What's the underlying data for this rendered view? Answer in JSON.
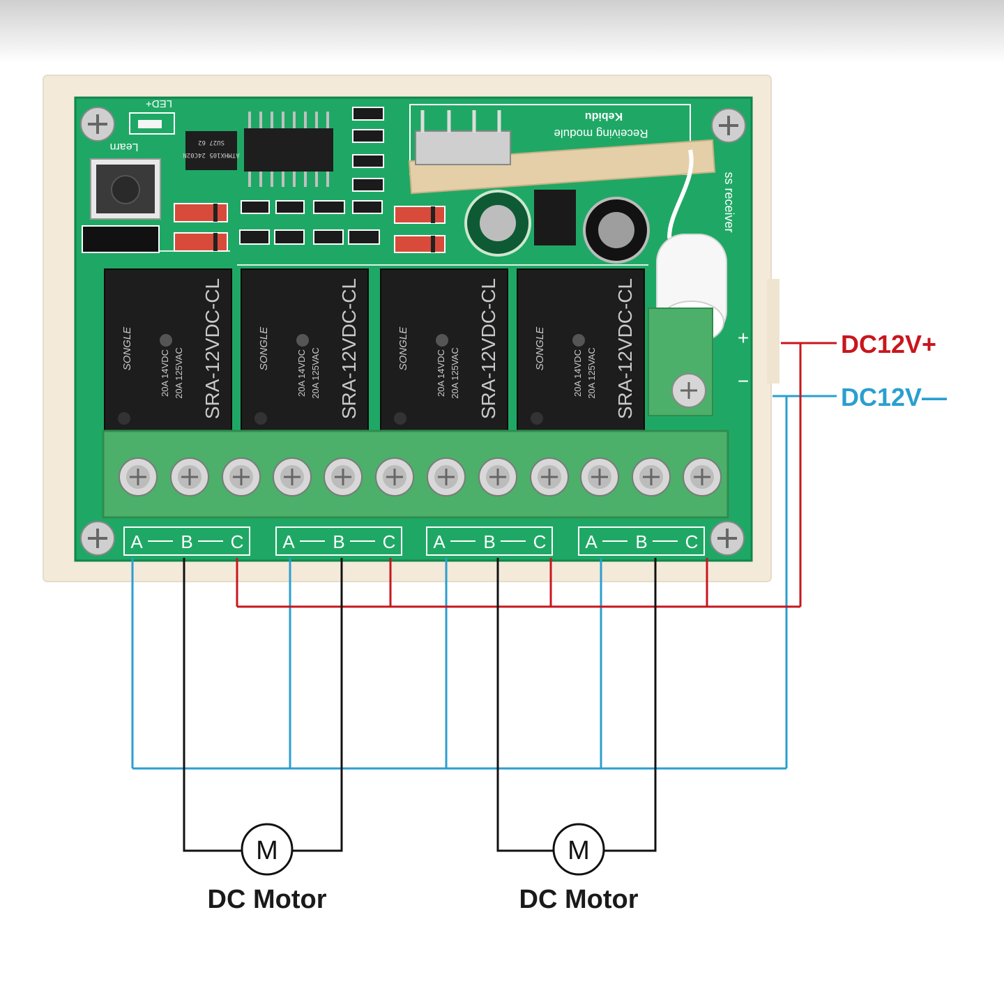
{
  "board": {
    "learn_label": "Learn",
    "led_label": "LED+",
    "receiving_module_label": "Receiving module",
    "module_brand": "Kebidu",
    "receiver_label": "ss receiver",
    "ic_labels": [
      "ATMHX105 24C02N",
      "SU27 62"
    ],
    "power_terminal_plus": "+",
    "power_terminal_minus": "−"
  },
  "relays": [
    {
      "brand": "SONGLE",
      "model": "SRA-12VDC-CL",
      "rating1": "20A 14VDC",
      "rating2": "20A 125VAC"
    },
    {
      "brand": "SONGLE",
      "model": "SRA-12VDC-CL",
      "rating1": "20A 14VDC",
      "rating2": "20A 125VAC"
    },
    {
      "brand": "SONGLE",
      "model": "SRA-12VDC-CL",
      "rating1": "20A 14VDC",
      "rating2": "20A 125VAC"
    },
    {
      "brand": "SONGLE",
      "model": "SRA-12VDC-CL",
      "rating1": "20A 14VDC",
      "rating2": "20A 125VAC"
    }
  ],
  "terminal_groups": [
    {
      "a": "A",
      "b": "B",
      "c": "C"
    },
    {
      "a": "A",
      "b": "B",
      "c": "C"
    },
    {
      "a": "A",
      "b": "B",
      "c": "C"
    },
    {
      "a": "A",
      "b": "B",
      "c": "C"
    }
  ],
  "power": {
    "positive_label": "DC12V+",
    "negative_label": "DC12V—",
    "positive_color": "#c8161e",
    "negative_color": "#2a9fcf"
  },
  "motors": [
    {
      "symbol": "M",
      "label": "DC Motor"
    },
    {
      "symbol": "M",
      "label": "DC Motor"
    }
  ],
  "colors": {
    "pcb": "#1fa865",
    "terminal_green": "#4caf6a",
    "case": "#f3ead9",
    "relay": "#1d1d1d",
    "wire_black": "#111111"
  }
}
